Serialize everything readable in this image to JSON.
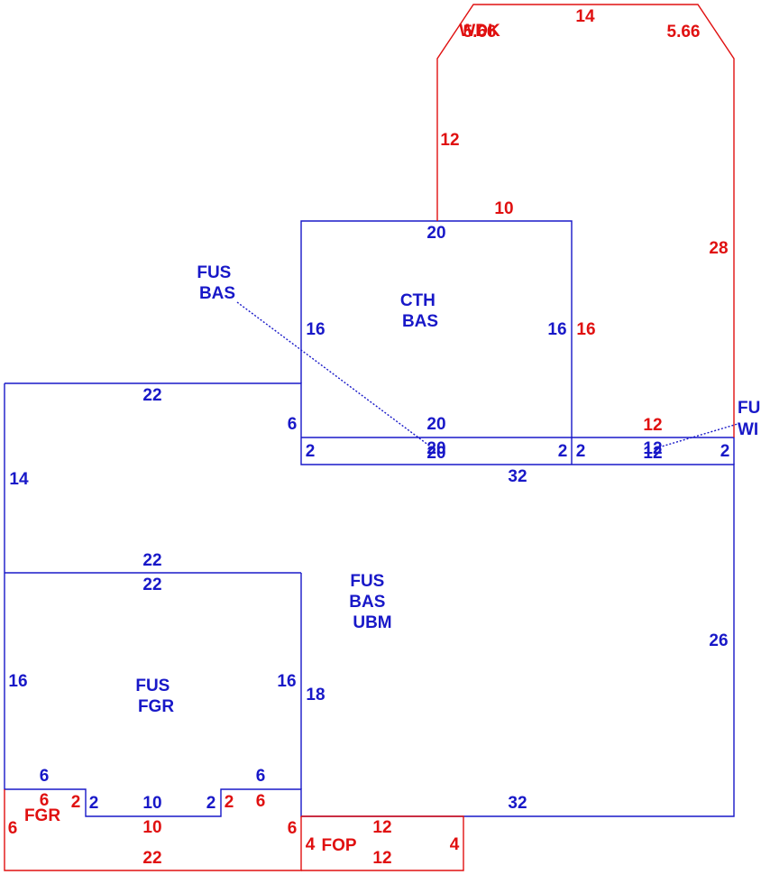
{
  "colors": {
    "blue": "#1818c8",
    "red": "#e01010"
  },
  "areas": {
    "cth": [
      "CTH",
      "BAS"
    ],
    "fus_main": [
      "FUS",
      "BAS",
      "UBM"
    ],
    "fus_fgr": [
      "FUS",
      "FGR"
    ],
    "fus_bas_callout": [
      "FUS",
      "BAS"
    ],
    "fus_wd_callout": [
      "FU",
      "WI"
    ],
    "fgr": "FGR",
    "fop": "FOP",
    "wdk": "WDK"
  },
  "dims": {
    "d_14a": "14",
    "d_566a": "5.66",
    "d_566b": "5.66",
    "d_12a": "12",
    "d_10a": "10",
    "d_28": "28",
    "d_20a": "20",
    "d_16a": "16",
    "d_16b": "16",
    "d_16c": "16",
    "d_22a": "22",
    "d_6a": "6",
    "d_20b": "20",
    "d_12b": "12",
    "d_2a": "2",
    "d_20c": "20",
    "d_20d": "20",
    "d_2b": "2",
    "d_2c": "2",
    "d_12c": "12",
    "d_12d": "12",
    "d_2d": "2",
    "d_32a": "32",
    "d_14b": "14",
    "d_22b": "22",
    "d_22c": "22",
    "d_26": "26",
    "d_16d": "16",
    "d_16e": "16",
    "d_18": "18",
    "d_6b": "6",
    "d_6c": "6",
    "d_6d": "6",
    "d_2e": "2",
    "d_2f": "2",
    "d_10b": "10",
    "d_2g": "2",
    "d_2h": "2",
    "d_6e": "6",
    "d_32b": "32",
    "d_6f": "6",
    "d_10c": "10",
    "d_6g": "6",
    "d_4a": "4",
    "d_12e": "12",
    "d_4b": "4",
    "d_22d": "22",
    "d_12f": "12"
  }
}
